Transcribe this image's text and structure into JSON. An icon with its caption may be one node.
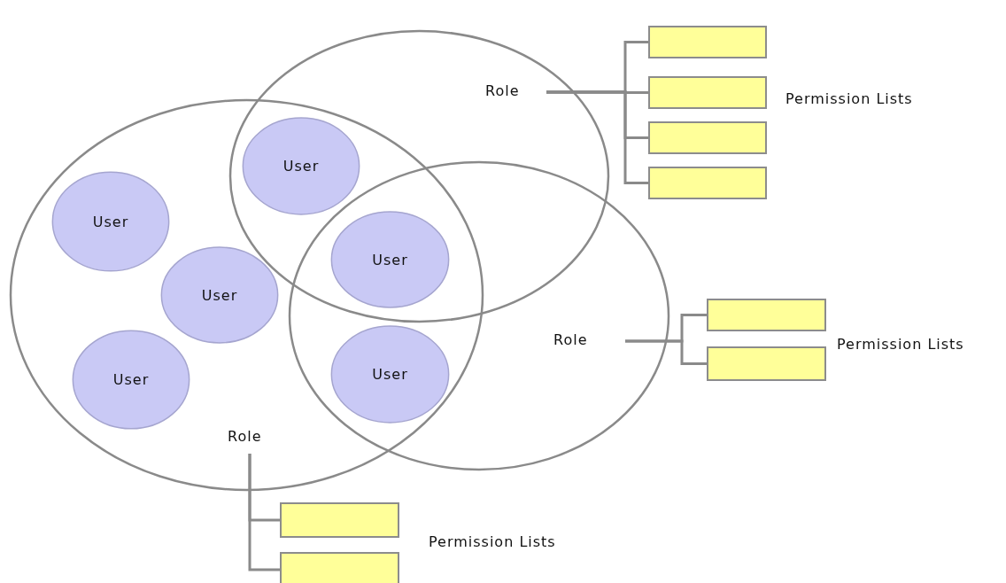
{
  "diagram": {
    "nodes": [
      {
        "text": [],
        "shape": "circle"
      },
      {
        "text": [],
        "shape": "circle"
      },
      {
        "text": [],
        "shape": "circle"
      },
      {
        "text": [
          "Role"
        ],
        "in": 0
      },
      {
        "text": [],
        "shape": "box"
      },
      {
        "text": [],
        "shape": "box"
      },
      {
        "text": [],
        "shape": "box"
      },
      {
        "text": [],
        "shape": "box"
      },
      {
        "text": [
          "User"
        ]
      },
      {
        "text": [
          "User"
        ],
        "in": 1
      },
      {
        "text": [
          "User"
        ]
      },
      {
        "text": [
          "User"
        ],
        "in": 1
      },
      {
        "text": [
          "Role"
        ],
        "in": 2
      },
      {
        "text": [],
        "shape": "box"
      },
      {
        "text": [],
        "shape": "box"
      },
      {
        "text": [
          "User"
        ],
        "in": 1
      },
      {
        "text": [
          "User"
        ]
      },
      {
        "text": [
          "Role"
        ],
        "in": 1
      },
      {
        "text": [],
        "shape": "box"
      },
      {
        "text": [],
        "shape": "box"
      }
    ],
    "edges": [
      {
        "from": 3,
        "to": 4,
        "arrow": "none"
      },
      {
        "from": 3,
        "to": 5,
        "arrow": "none"
      },
      {
        "from": 3,
        "to": 6,
        "arrow": "none"
      },
      {
        "from": 3,
        "to": 7,
        "arrow": "none"
      },
      {
        "from": 12,
        "to": 13,
        "arrow": "none"
      },
      {
        "from": 12,
        "to": 14,
        "arrow": "none"
      },
      {
        "from": 17,
        "to": 18,
        "arrow": "none"
      },
      {
        "from": 17,
        "to": 19,
        "arrow": "none"
      }
    ],
    "labels": [
      "Permission Lists",
      "Permission Lists",
      "Permission Lists"
    ]
  }
}
